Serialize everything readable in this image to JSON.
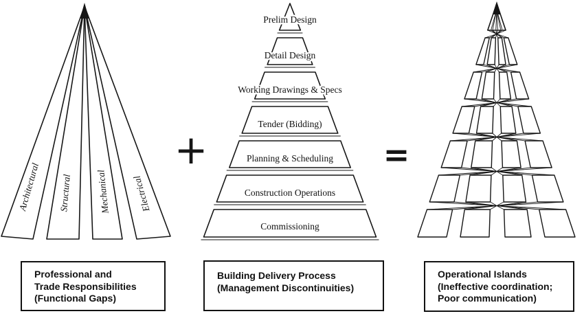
{
  "figure": {
    "plus_sign": "+",
    "equals_sign": "=",
    "trades_fan": {
      "blades": [
        {
          "label": "Architectural"
        },
        {
          "label": "Structural"
        },
        {
          "label": "Mechanical"
        },
        {
          "label": "Electrical"
        }
      ]
    },
    "process_pyramid": {
      "levels": [
        {
          "label": "Prelim Design"
        },
        {
          "label": "Detail Design"
        },
        {
          "label": "Working Drawings & Specs"
        },
        {
          "label": "Tender (Bidding)"
        },
        {
          "label": "Planning & Scheduling"
        },
        {
          "label": "Construction Operations"
        },
        {
          "label": "Commissioning"
        }
      ]
    },
    "islands_tree": {
      "rows": 7,
      "columns": 4
    }
  },
  "captions": {
    "left": {
      "lines": [
        "Professional and",
        "Trade Responsibilities",
        "(Functional Gaps)"
      ]
    },
    "middle": {
      "lines": [
        "Building Delivery Process",
        "(Management Discontinuities)"
      ]
    },
    "right": {
      "lines": [
        "Operational Islands",
        "(Ineffective coordination;",
        "Poor communication)"
      ]
    }
  },
  "colors": {
    "ink": "#161616",
    "background": "#ffffff"
  }
}
